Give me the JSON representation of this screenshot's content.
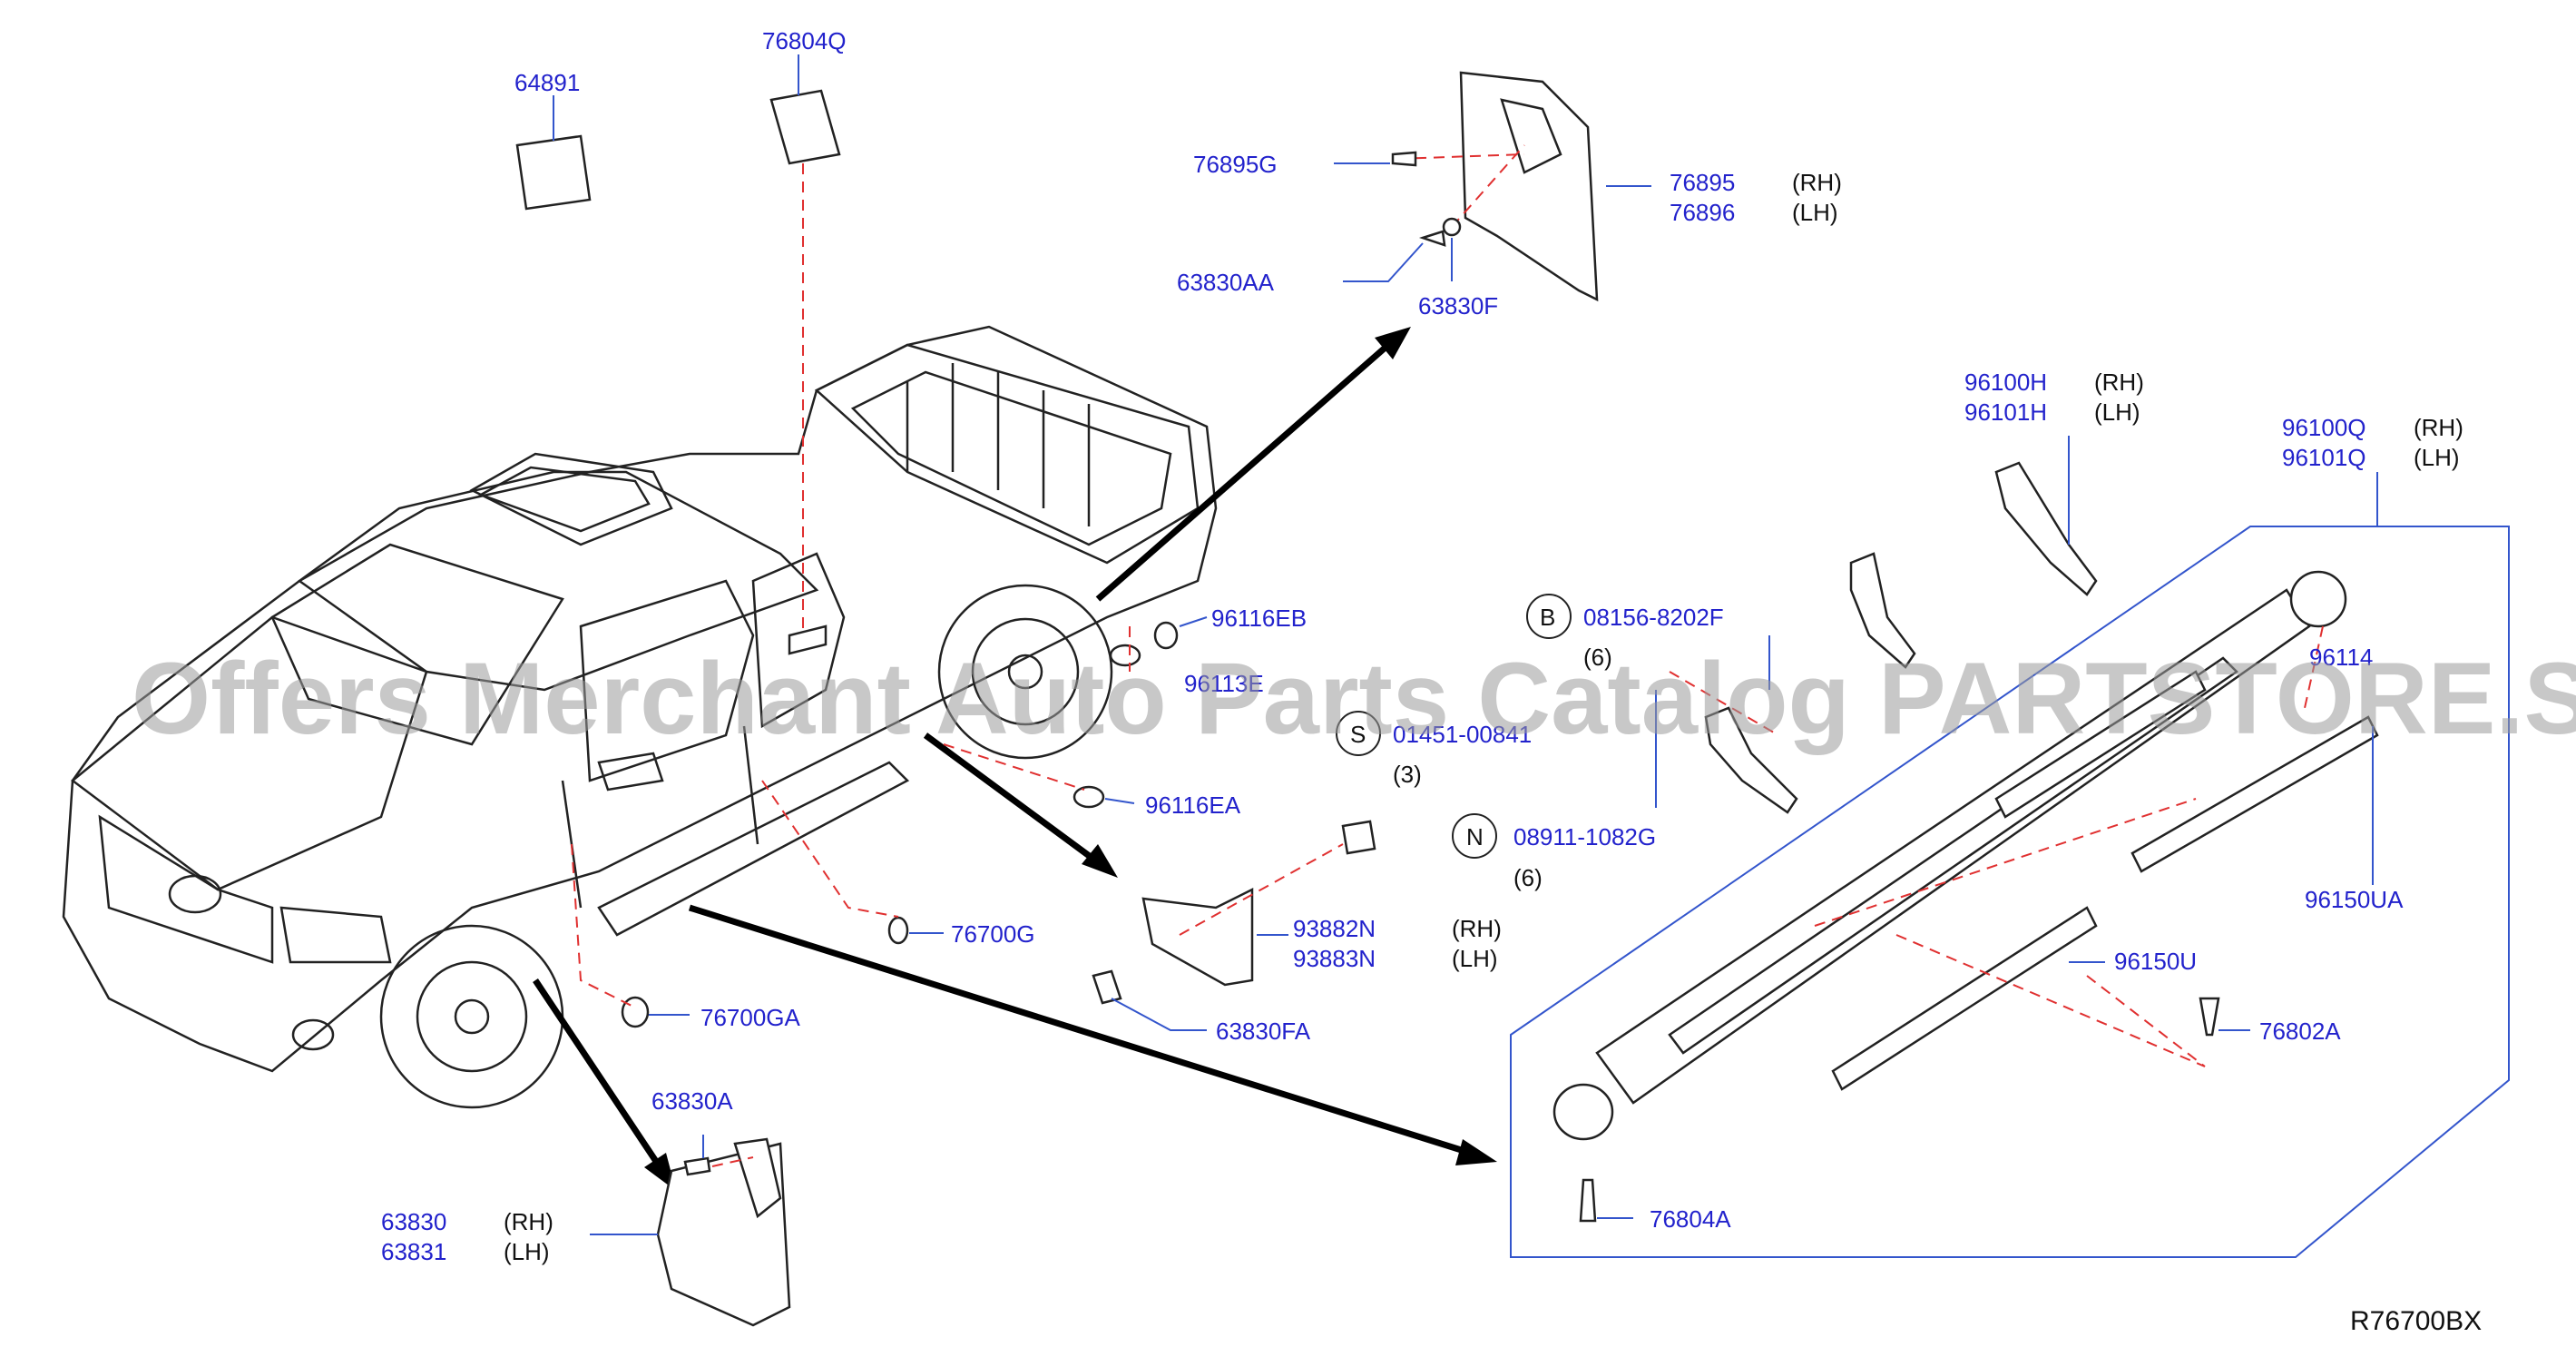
{
  "watermark": "Offers Merchant Auto Parts Catalog PARTSTORE.SA",
  "diagram_ref": "R76700BX",
  "parts": {
    "p64891": "64891",
    "p76804Q": "76804Q",
    "p76895G": "76895G",
    "p76895": "76895",
    "p76896": "76896",
    "p63830AA": "63830AA",
    "p63830F": "63830F",
    "p96100H": "96100H",
    "p96101H": "96101H",
    "p96100Q": "96100Q",
    "p96101Q": "96101Q",
    "p08156": "08156-8202F",
    "p96116EB": "96116EB",
    "p9611x": "96113E",
    "p01451": "01451-00841",
    "p96116EA": "96116EA",
    "p08911": "08911-1082G",
    "p96114": "96114",
    "p96150UA": "96150UA",
    "p93882N": "93882N",
    "p93883N": "93883N",
    "p76700G": "76700G",
    "p63830FA": "63830FA",
    "p96150U": "96150U",
    "p76802A": "76802A",
    "p76700GA": "76700GA",
    "p63830A": "63830A",
    "p63830": "63830",
    "p63831": "63831",
    "p76804A": "76804A"
  },
  "sides": {
    "rh": "(RH)",
    "lh": "(LH)"
  },
  "quantities": {
    "q6a": "(6)",
    "q3": "(3)",
    "q6b": "(6)"
  },
  "symbols": {
    "b": "B",
    "s": "S",
    "n": "N"
  }
}
